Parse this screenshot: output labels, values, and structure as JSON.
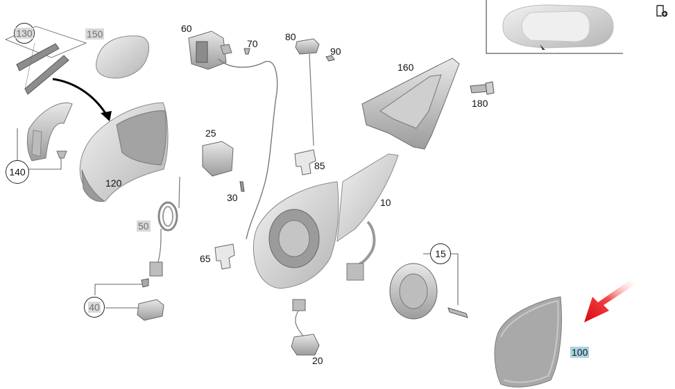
{
  "labels": {
    "l10": "10",
    "l15": "15",
    "l20": "20",
    "l25": "25",
    "l30": "30",
    "l40": "40",
    "l50": "50",
    "l60": "60",
    "l65": "65",
    "l70": "70",
    "l80": "80",
    "l85": "85",
    "l90": "90",
    "l100": "100",
    "l120": "120",
    "l130": "130",
    "l140": "140",
    "l150": "150",
    "l160": "160",
    "l180": "180"
  },
  "colors": {
    "part_fill": "#d9d9d9",
    "part_stroke": "#8a8a8a",
    "highlight": "#a9d3e6",
    "arrow_red": "#e0141b"
  },
  "icons": {
    "toolbar": "add-to-list-icon"
  }
}
